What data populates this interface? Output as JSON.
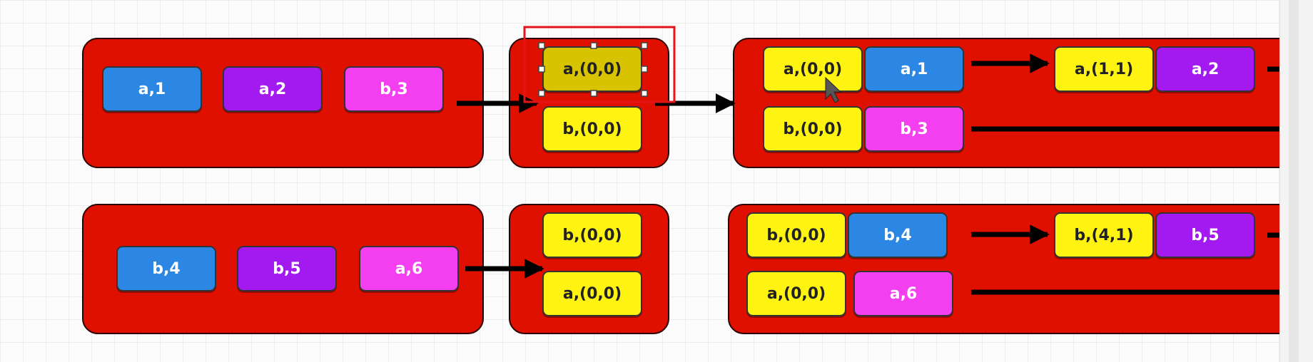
{
  "colors": {
    "group_fill": "#e01000",
    "blue": "#2b87e3",
    "purple": "#a31af0",
    "pink": "#f43ff0",
    "yellow": "#fff312",
    "selected_yellow": "#d7c300",
    "selection_outline": "#e4141b"
  },
  "diagram": {
    "row1": {
      "input": [
        "a,1",
        "a,2",
        "b,3"
      ],
      "state": [
        "a,(0,0)",
        "b,(0,0)"
      ],
      "output_top": [
        "a,(0,0)",
        "a,1",
        "a,(1,1)",
        "a,2"
      ],
      "output_bottom": [
        "b,(0,0)",
        "b,3"
      ]
    },
    "row2": {
      "input": [
        "b,4",
        "b,5",
        "a,6"
      ],
      "state": [
        "b,(0,0)",
        "a,(0,0)"
      ],
      "output_top": [
        "b,(0,0)",
        "b,4",
        "b,(4,1)",
        "b,5"
      ],
      "output_bottom": [
        "a,(0,0)",
        "a,6"
      ]
    }
  }
}
